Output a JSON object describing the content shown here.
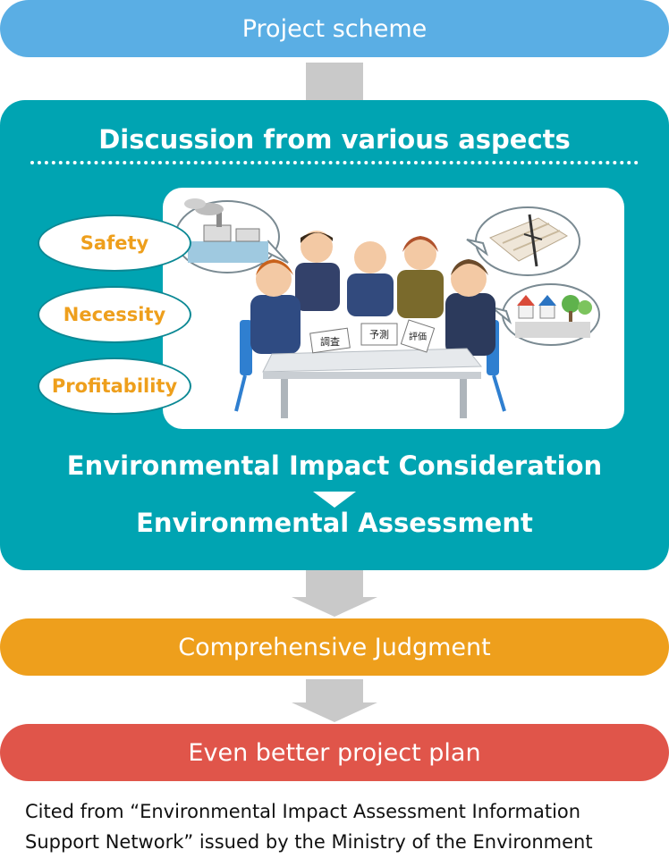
{
  "steps": {
    "top": "Project scheme",
    "judgment": "Comprehensive Judgment",
    "result": "Even better project plan"
  },
  "panel": {
    "title": "Discussion from various aspects",
    "aspects": [
      "Safety",
      "Necessity",
      "Profitability"
    ],
    "consideration": "Environmental Impact Consideration",
    "assessment": "Environmental Assessment",
    "paper_words": [
      "調査",
      "予測",
      "評価"
    ]
  },
  "caption": {
    "line1": "Cited from “Environmental Impact Assessment Information",
    "line2": "Support Network” issued by the Ministry of the Environment"
  },
  "colors": {
    "top_step": "#5aaee4",
    "panel": "#00a4b2",
    "judgment_step": "#ee9f1c",
    "result_step": "#e0554a",
    "aspect_text": "#ee9f1c",
    "arrow": "#c9c9c9"
  }
}
